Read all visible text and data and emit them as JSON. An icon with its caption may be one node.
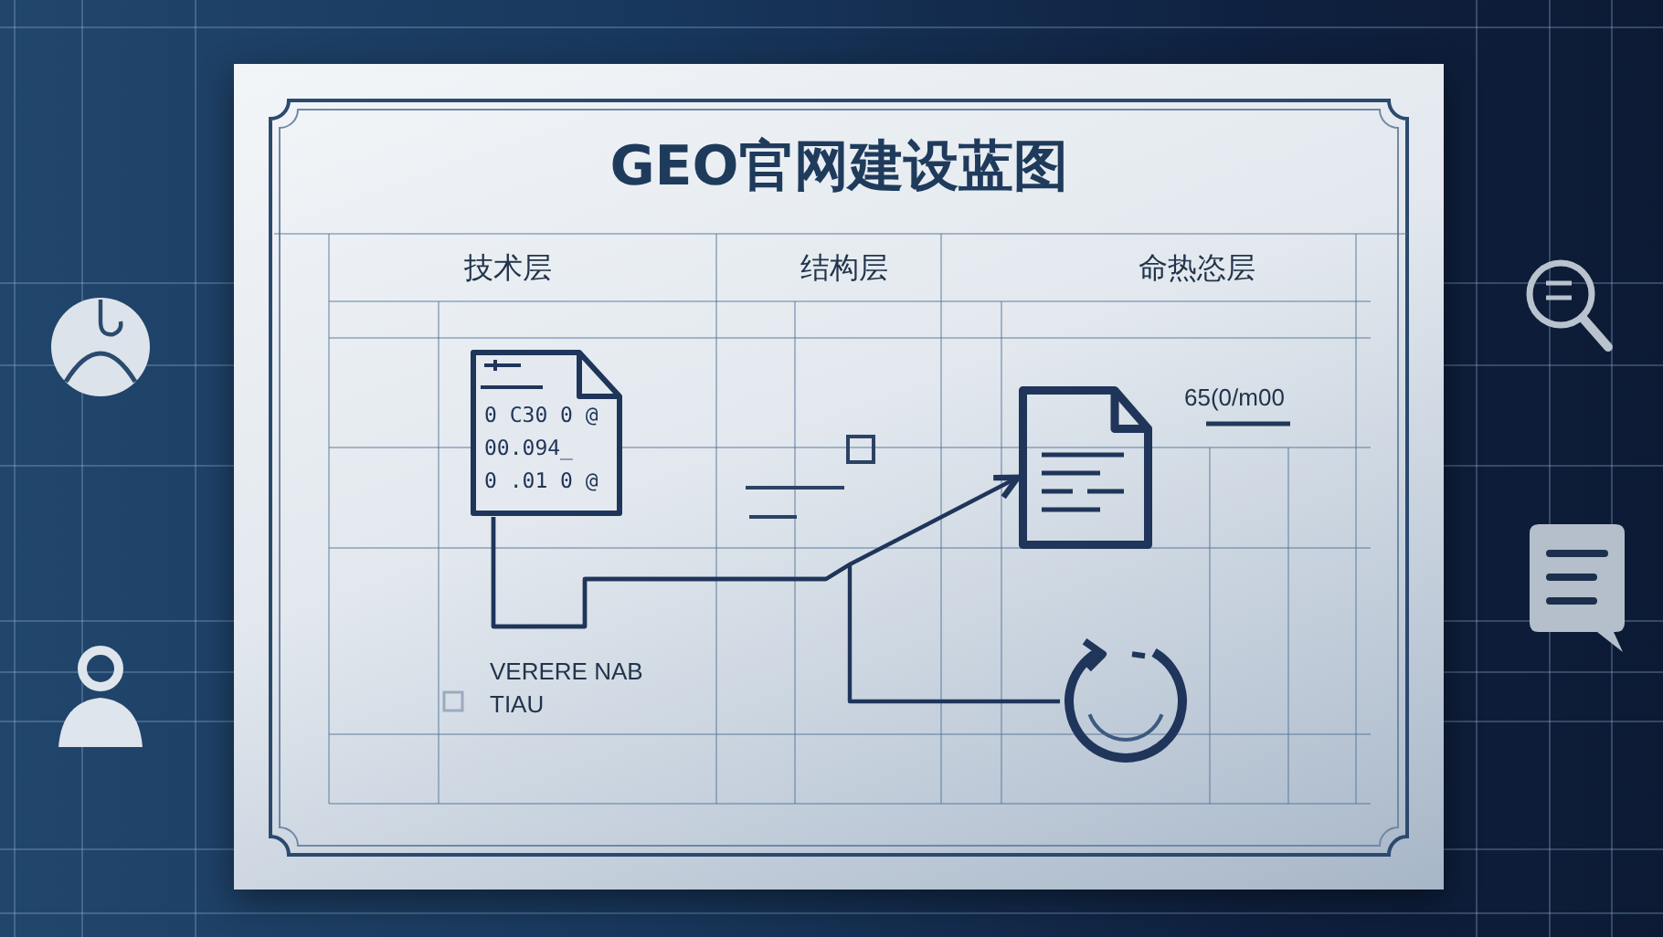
{
  "diagram": {
    "title": "GEO官网建设蓝图",
    "nodes": [
      {
        "text": [
          "0 C30 0 @",
          "00.094_",
          "0 .01 0 @"
        ]
      },
      {
        "text": [],
        "shape": "document"
      },
      {
        "text": [],
        "shape": "circle"
      }
    ],
    "edges": [
      {
        "from": 0,
        "to": 1,
        "arrow": "to"
      },
      {
        "from": 0,
        "to": 2,
        "arrow": "none"
      }
    ],
    "labels": [
      "技术层",
      "结构层",
      "命热恣层",
      "65(0/m00",
      "VERERE NAB TIAU"
    ]
  }
}
